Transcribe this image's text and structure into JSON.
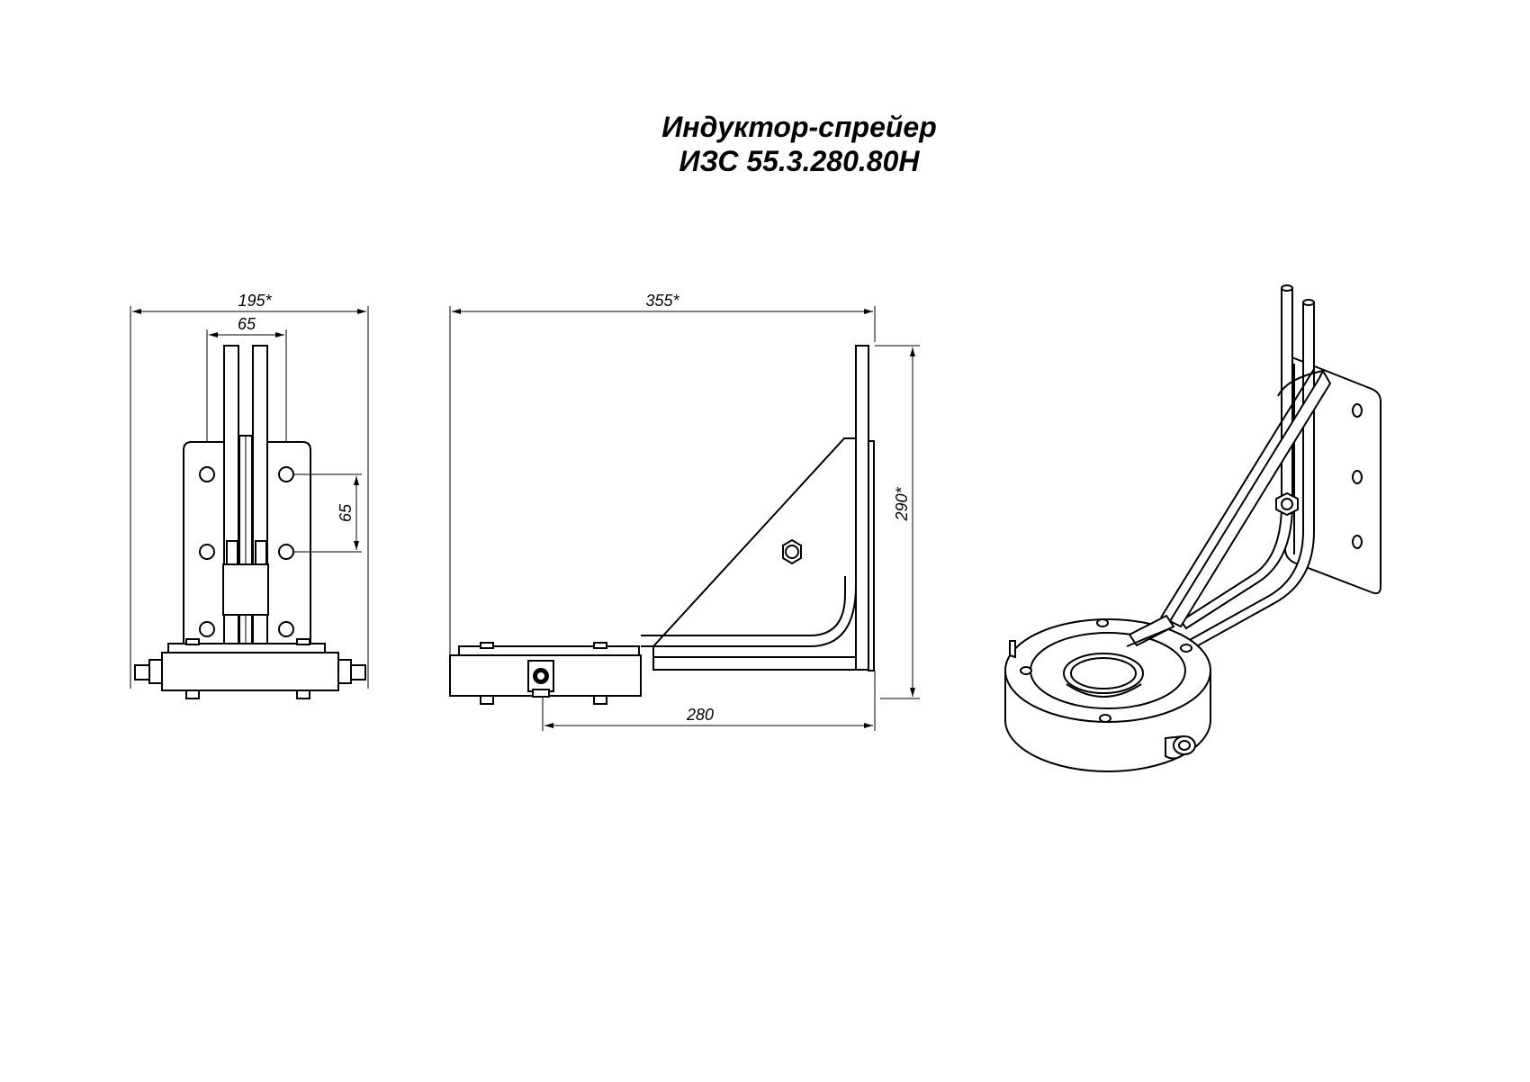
{
  "title": {
    "line1": "Индуктор-спрейер",
    "line2": "ИЗС 55.3.280.80Н"
  },
  "dimensions": {
    "front_width": "195*",
    "front_tube_spacing": "65",
    "front_hole_spacing": "65",
    "side_length": "355*",
    "side_height": "290*",
    "side_base": "280"
  },
  "colors": {
    "line": "#000000",
    "background": "#ffffff"
  }
}
